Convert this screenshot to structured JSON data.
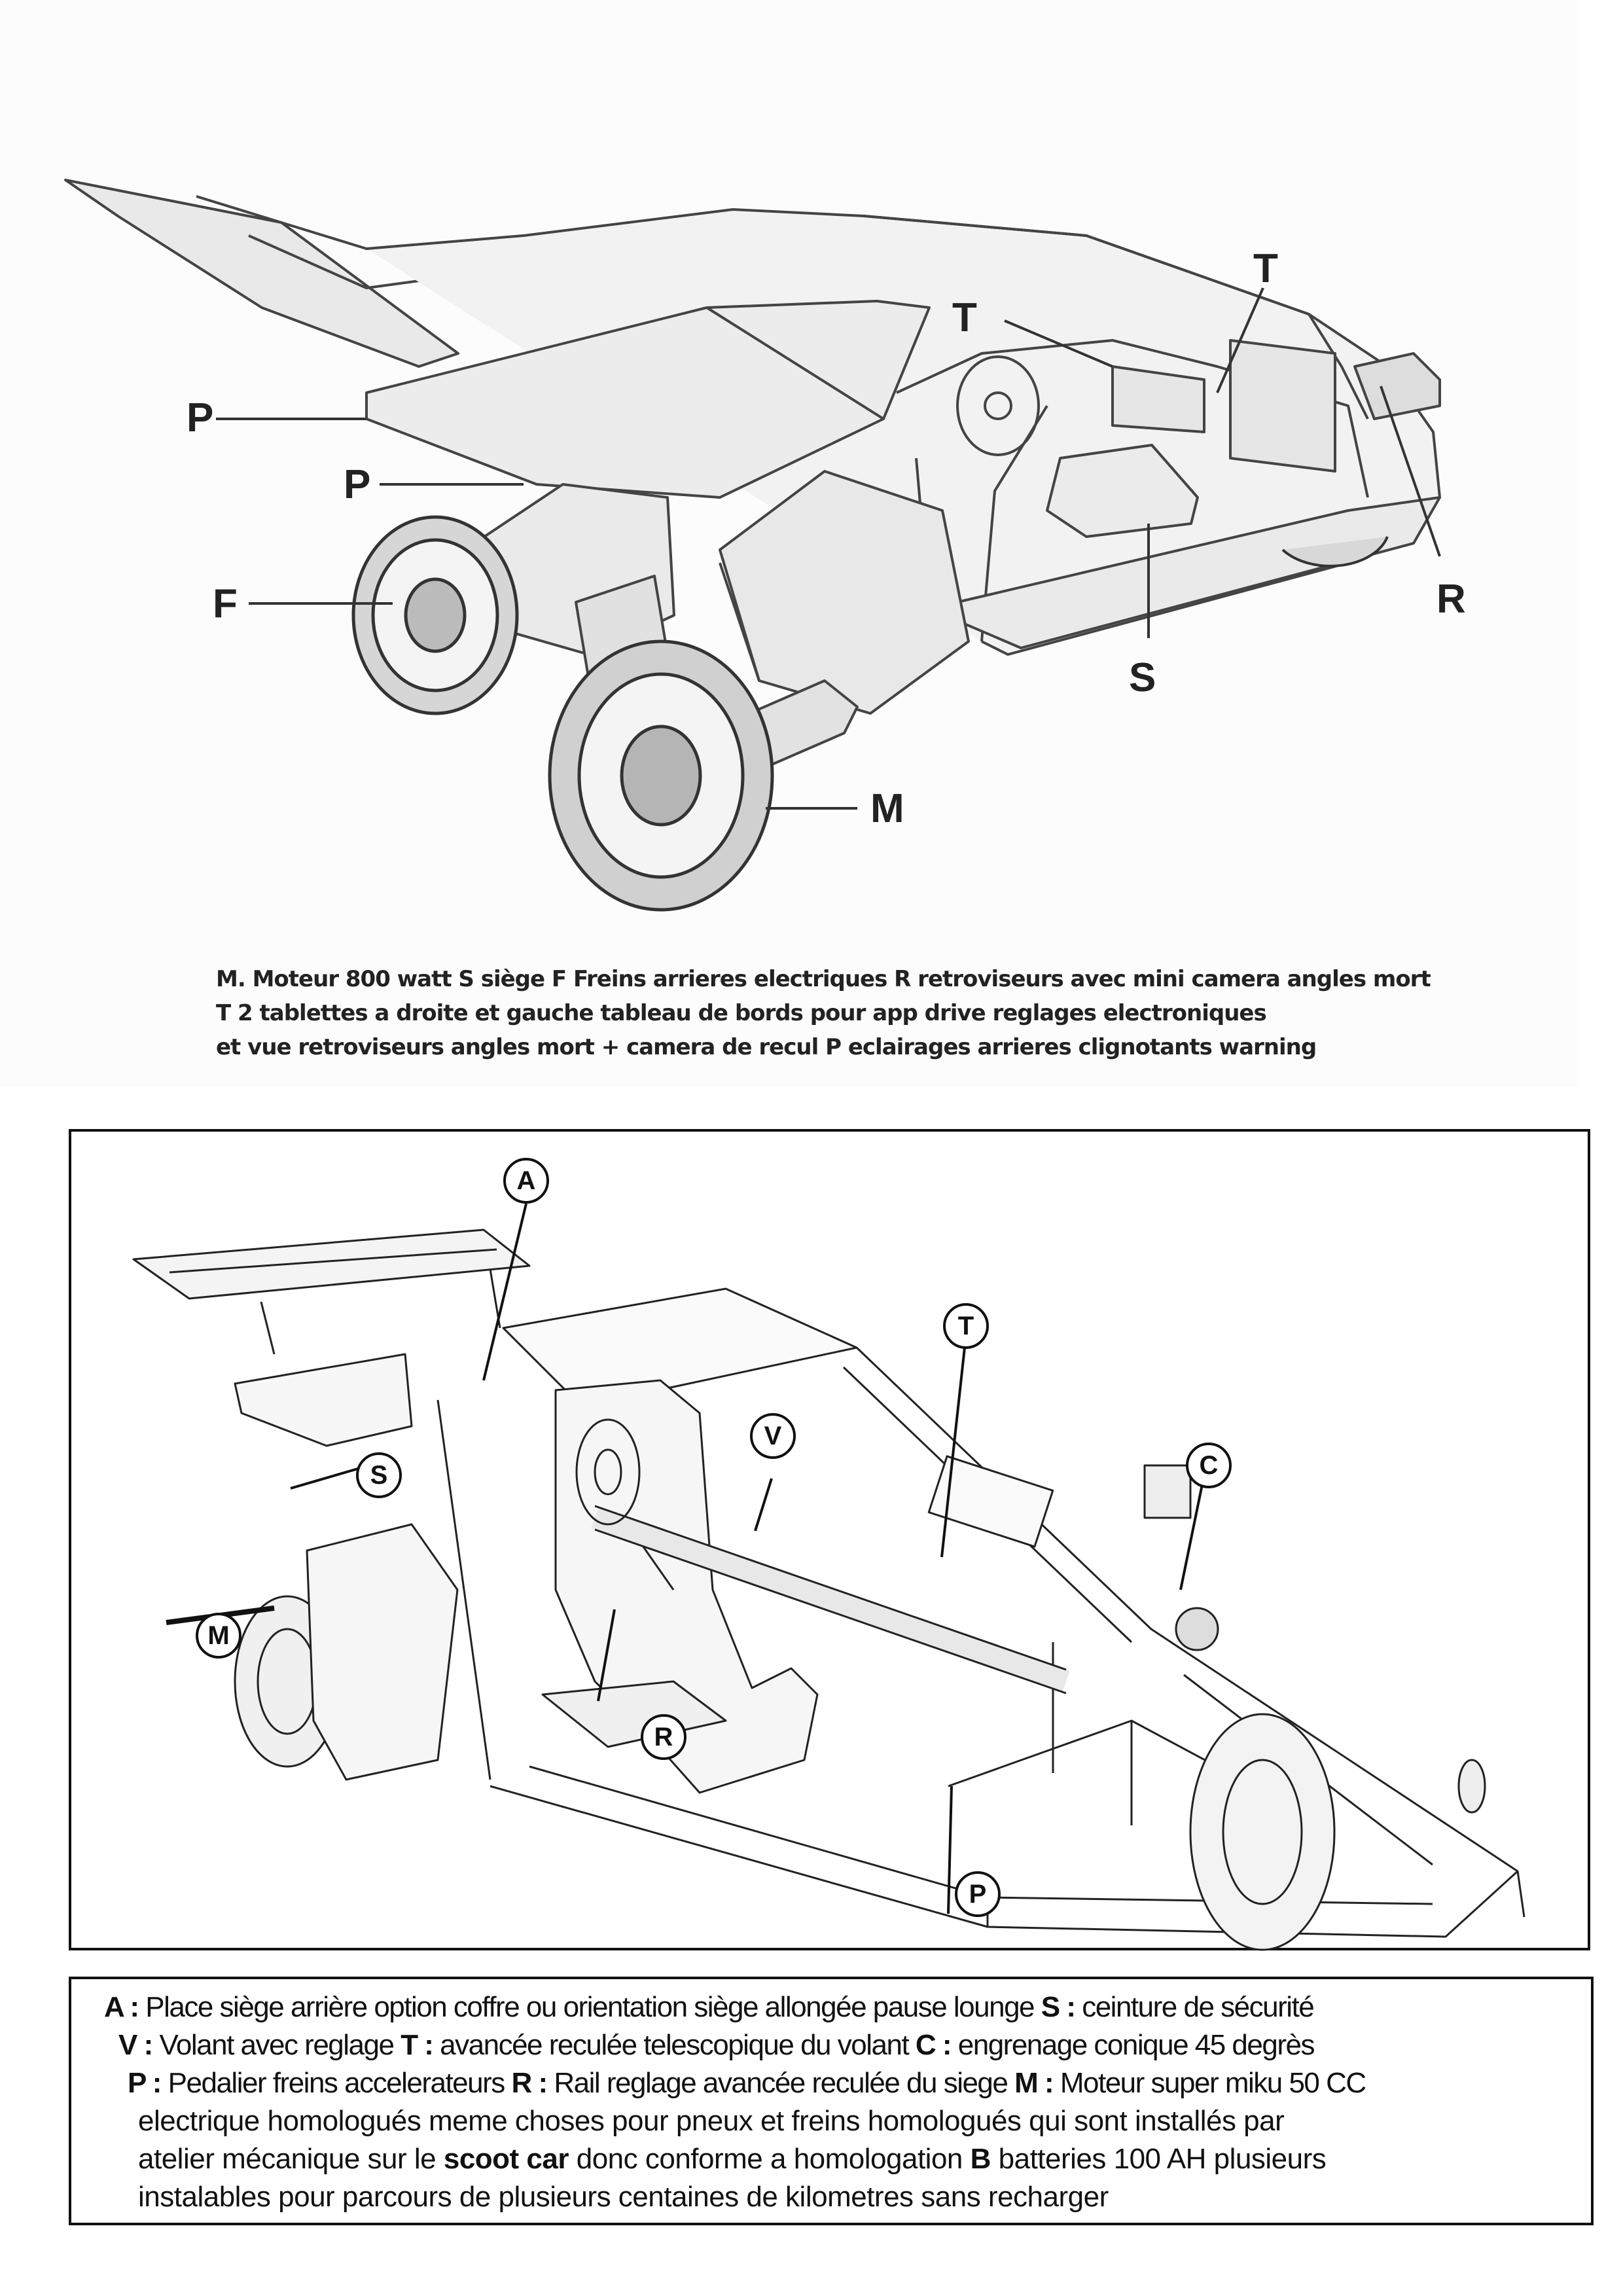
{
  "top_diagram": {
    "subject": "scoot car three-wheel vehicle, rear 3/4 sketch view",
    "callouts": [
      {
        "id": "T1",
        "letter": "T"
      },
      {
        "id": "T2",
        "letter": "T"
      },
      {
        "id": "P1",
        "letter": "P"
      },
      {
        "id": "P2",
        "letter": "P"
      },
      {
        "id": "F",
        "letter": "F"
      },
      {
        "id": "R",
        "letter": "R"
      },
      {
        "id": "S",
        "letter": "S"
      },
      {
        "id": "M",
        "letter": "M"
      }
    ],
    "caption": {
      "line1": "M. Moteur 800 watt  S siège  F Freins arrieres electriques  R retroviseurs avec mini camera angles mort",
      "line2": "T  2 tablettes a droite et gauche tableau de bords pour app drive reglages electroniques",
      "line3": " et vue retroviseurs angles mort + camera de recul  P eclairages arrieres clignotants warning"
    }
  },
  "bottom_diagram": {
    "subject": "scoot car chassis line drawing, front 3/4 view",
    "callouts": [
      {
        "letter": "A"
      },
      {
        "letter": "T"
      },
      {
        "letter": "V"
      },
      {
        "letter": "C"
      },
      {
        "letter": "S"
      },
      {
        "letter": "M"
      },
      {
        "letter": "R"
      },
      {
        "letter": "P"
      }
    ]
  },
  "legend": {
    "line1": [
      {
        "key": "A :",
        "text": " Place siège arrière option coffre ou orientation siège allongée pause lounge "
      },
      {
        "key": "S :",
        "text": " ceinture de sécurité"
      }
    ],
    "line2": [
      {
        "key": "V :",
        "text": " Volant avec reglage "
      },
      {
        "key": "T :",
        "text": " avancée reculée telescopique du volant "
      },
      {
        "key": "C :",
        "text": " engrenage conique 45 degrès"
      }
    ],
    "line3": [
      {
        "key": "P :",
        "text": " Pedalier freins accelerateurs "
      },
      {
        "key": "R :",
        "text": " Rail reglage avancée reculée du siege  "
      },
      {
        "key": "M :",
        "text": " Moteur super miku 50 CC"
      }
    ],
    "line4": "electrique homologués meme choses pour pneux et freins homologués qui sont installés par",
    "line5": {
      "pre": "atelier mécanique sur le ",
      "bold1": "scoot car",
      "mid": " donc conforme a homologation ",
      "bold2": "B",
      "post": " batteries 100 AH plusieurs"
    },
    "line6": "instalables pour parcours de plusieurs centaines de kilometres sans recharger"
  }
}
